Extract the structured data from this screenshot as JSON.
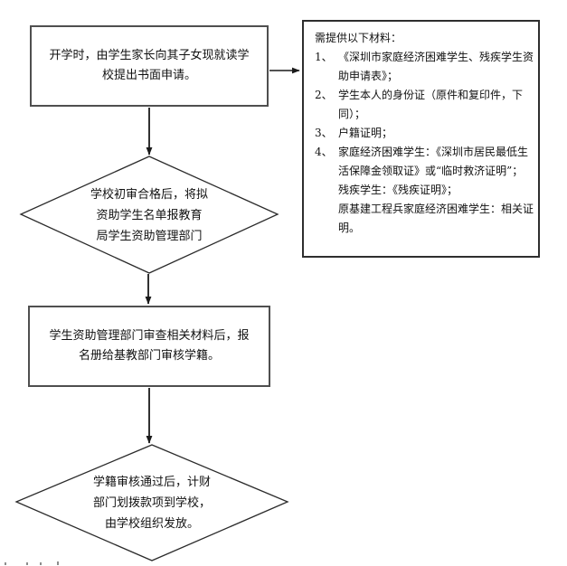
{
  "colors": {
    "background": "#ffffff",
    "rect_border": "#4f4f4f",
    "materials_border": "#2e2e2e",
    "line": "#1a1a1a",
    "text": "#111111"
  },
  "flow": {
    "box1": {
      "text": "开学时，由学生家长向其子女现就读学\n校提出书面申请。"
    },
    "diamond1": {
      "text": "学校初审合格后，将拟\n资助学生名单报教育\n局学生资助管理部门"
    },
    "box2": {
      "text": "学生资助管理部门审查相关材料后，报\n名册给基教部门审核学籍。"
    },
    "diamond2": {
      "text": "学籍审核通过后，计财\n部门划拨款项到学校，\n由学校组织发放。"
    }
  },
  "materials": {
    "title": "需提供以下材料：",
    "items": [
      {
        "num": "1、",
        "text": "《深圳市家庭经济困难学生、残疾学生资\n助申请表》；"
      },
      {
        "num": "2、",
        "text": "学生本人的身份证（原件和复印件，下\n同）；"
      },
      {
        "num": "3、",
        "text": "户籍证明；"
      },
      {
        "num": "4、",
        "text": "家庭经济困难学生：《深圳市居民最低生\n活保障金领取证》或“临时救济证明”；\n残疾学生：《残疾证明》；\n原基建工程兵家庭经济困难学生：相关证\n明。"
      }
    ]
  }
}
